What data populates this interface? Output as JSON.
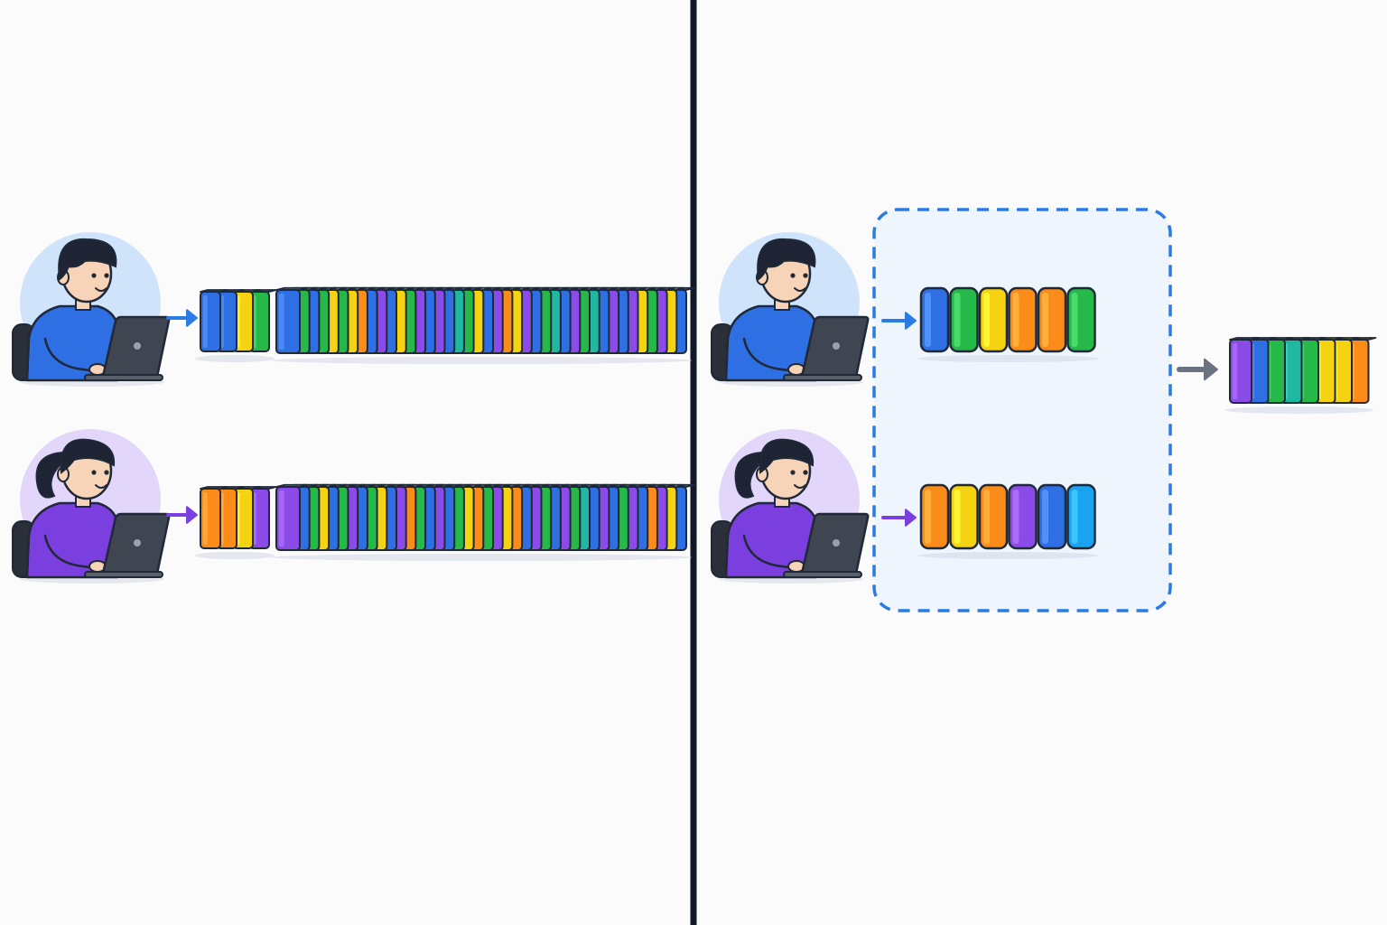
{
  "colors": {
    "background": "#fbfbfc",
    "divider": "#111827",
    "outline": "#1f2937",
    "skin": "#f7d3b8",
    "hair": "#1e2433",
    "laptop": "#3f4652",
    "chair": "#2a2f3a",
    "man_shirt": "#2f6fe4",
    "man_circle": "#cfe3fb",
    "woman_shirt": "#7b3fe0",
    "woman_circle": "#e2d6fb",
    "arrow_blue": "#2a7be4",
    "arrow_purple": "#7b3fe0",
    "arrow_gray": "#6b7280",
    "group_border": "#2a7be4",
    "group_fill": "#eef5fd"
  },
  "left_panel": {
    "rows": [
      {
        "person": "man",
        "arrow_color": "blue",
        "small_stack": [
          "blue",
          "blue",
          "yellow",
          "green"
        ],
        "long_stack": [
          "blue",
          "green",
          "blue",
          "green",
          "yellow",
          "green",
          "yellow",
          "orange",
          "blue",
          "purple",
          "blue",
          "yellow",
          "green",
          "purple",
          "blue",
          "purple",
          "blue",
          "teal",
          "green",
          "yellow",
          "blue",
          "purple",
          "orange",
          "yellow",
          "purple",
          "blue",
          "green",
          "teal",
          "blue",
          "purple",
          "green",
          "teal",
          "blue",
          "purple",
          "blue",
          "purple",
          "yellow",
          "green",
          "purple",
          "yellow",
          "blue"
        ]
      },
      {
        "person": "woman",
        "arrow_color": "purple",
        "small_stack": [
          "orange",
          "orange",
          "yellow",
          "purple"
        ],
        "long_stack": [
          "purple",
          "blue",
          "green",
          "yellow",
          "blue",
          "green",
          "purple",
          "blue",
          "green",
          "yellow",
          "blue",
          "purple",
          "orange",
          "green",
          "blue",
          "purple",
          "blue",
          "green",
          "yellow",
          "orange",
          "green",
          "purple",
          "yellow",
          "orange",
          "blue",
          "purple",
          "green",
          "blue",
          "purple",
          "green",
          "teal",
          "blue",
          "purple",
          "blue",
          "green",
          "purple",
          "blue",
          "orange",
          "purple",
          "yellow",
          "blue"
        ]
      }
    ]
  },
  "right_panel": {
    "rows": [
      {
        "person": "man",
        "arrow_color": "blue",
        "stack": [
          "blue",
          "green",
          "yellow",
          "orange",
          "orange",
          "green"
        ]
      },
      {
        "person": "woman",
        "arrow_color": "purple",
        "stack": [
          "orange",
          "yellow",
          "orange",
          "purple",
          "blue",
          "sky"
        ]
      }
    ],
    "merged_stack": [
      "purple",
      "blue",
      "green",
      "teal",
      "green",
      "yellow",
      "yellow",
      "orange"
    ]
  },
  "palette": {
    "blue": "#2f6fe4",
    "green": "#27b84a",
    "yellow": "#f5d312",
    "orange": "#fb8c1a",
    "purple": "#8b4be8",
    "teal": "#1fb8a1",
    "sky": "#1aa3f0"
  }
}
